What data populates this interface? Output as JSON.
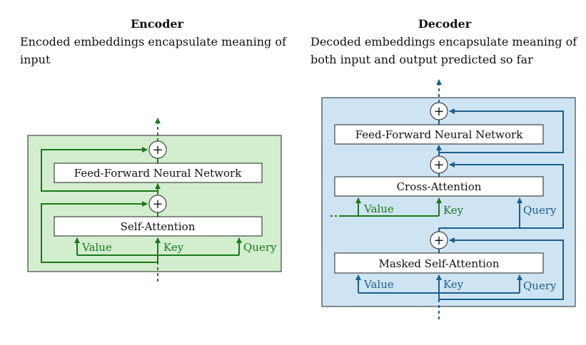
{
  "encoder": {
    "title": "Encoder",
    "description": "Encoded embeddings encapsulate meaning of input",
    "blocks": {
      "ffn": "Feed-Forward Neural Network",
      "attention": "Self-Attention"
    },
    "inputs": {
      "value": "Value",
      "key": "Key",
      "query": "Query"
    }
  },
  "decoder": {
    "title": "Decoder",
    "description": "Decoded embeddings encapsulate meaning of both input and output predicted so far",
    "blocks": {
      "ffn": "Feed-Forward Neural Network",
      "cross": "Cross-Attention",
      "masked": "Masked Self-Attention"
    },
    "inputs": {
      "value": "Value",
      "key": "Key",
      "query": "Query"
    },
    "cross_inputs": {
      "value": "Value",
      "key": "Key",
      "query": "Query"
    }
  },
  "add_symbol": "+",
  "colors": {
    "encoder_fill": "#d3eecf",
    "encoder_line": "#1a7a1a",
    "decoder_fill": "#cfe4f2",
    "decoder_line": "#1c5f8f"
  }
}
